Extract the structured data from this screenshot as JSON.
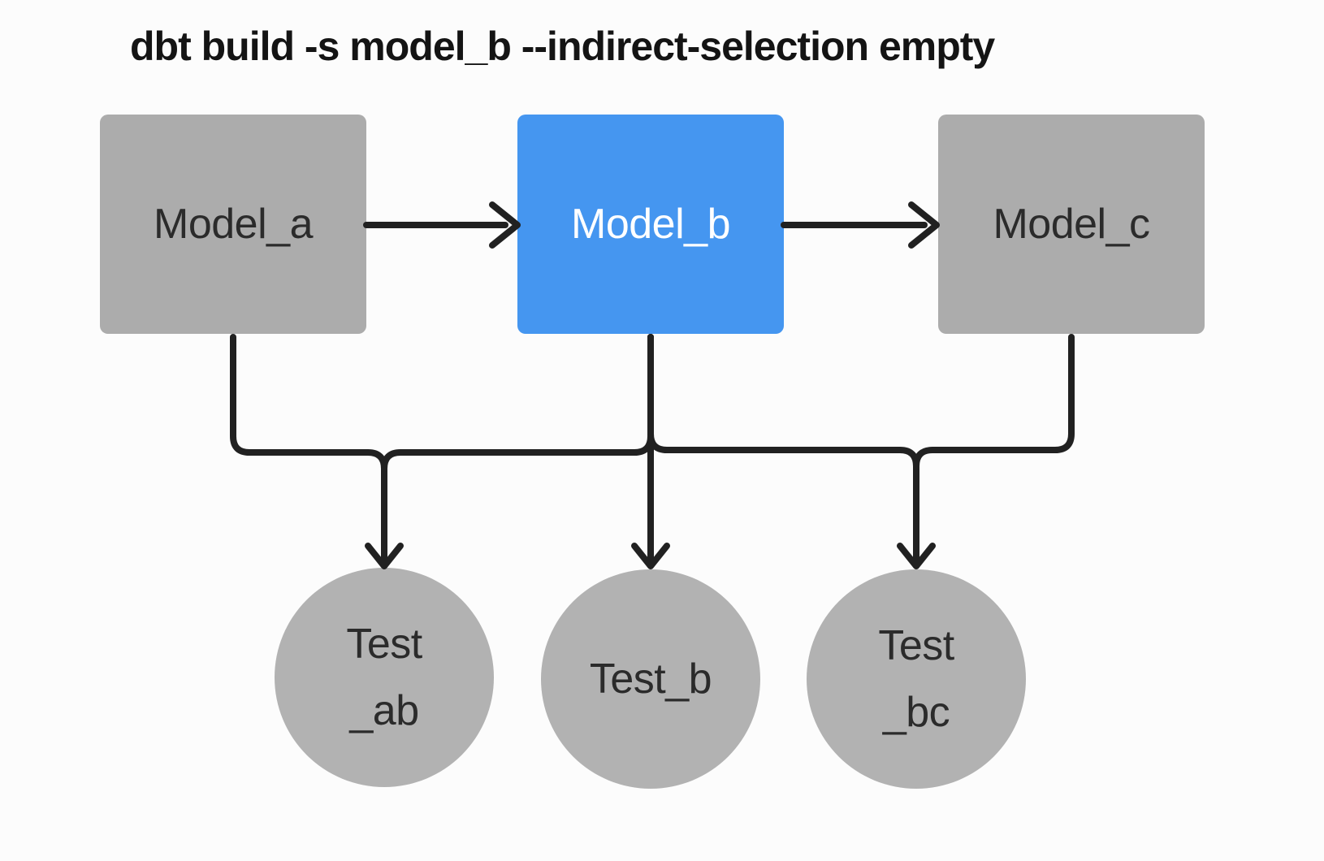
{
  "title": "dbt build -s model_b --indirect-selection empty",
  "colors": {
    "background": "#fcfcfc",
    "model_gray": "#acacac",
    "test_gray": "#b2b2b2",
    "selected_blue": "#4596f0",
    "edge_line": "#212121",
    "label_dark": "#2b2b2b",
    "label_on_blue": "#ffffff"
  },
  "nodes": {
    "model_a": {
      "label": "Model_a",
      "shape": "rectangle",
      "selected": false
    },
    "model_b": {
      "label": "Model_b",
      "shape": "rectangle",
      "selected": true
    },
    "model_c": {
      "label": "Model_c",
      "shape": "rectangle",
      "selected": false
    },
    "test_ab": {
      "label_line1": "Test",
      "label_line2": "_ab",
      "shape": "circle"
    },
    "test_b": {
      "label": "Test_b",
      "shape": "circle"
    },
    "test_bc": {
      "label_line1": "Test",
      "label_line2": "_bc",
      "shape": "circle"
    }
  },
  "edges": [
    {
      "from": "model_a",
      "to": "model_b"
    },
    {
      "from": "model_b",
      "to": "model_c"
    },
    {
      "from": "model_a",
      "to": "test_ab"
    },
    {
      "from": "model_b",
      "to": "test_ab"
    },
    {
      "from": "model_b",
      "to": "test_b"
    },
    {
      "from": "model_b",
      "to": "test_bc"
    },
    {
      "from": "model_c",
      "to": "test_bc"
    }
  ]
}
